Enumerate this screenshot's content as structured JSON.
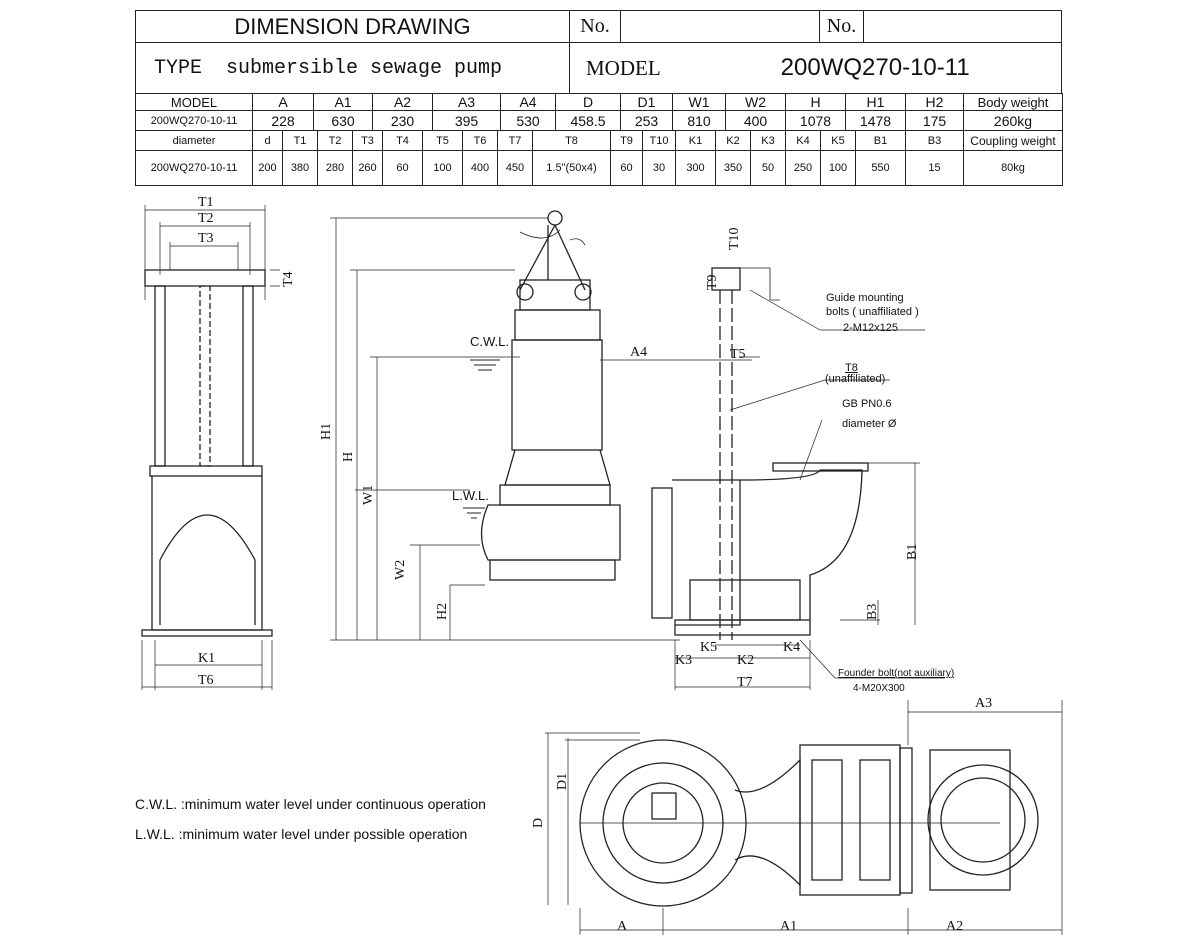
{
  "title": "DIMENSION DRAWING",
  "no_label_1": "No.",
  "no_label_2": "No.",
  "type_label": "TYPE",
  "type_value": "submersible sewage pump",
  "model_label": "MODEL",
  "model_value": "200WQ270-10-11",
  "table1": {
    "headers": [
      "MODEL",
      "A",
      "A1",
      "A2",
      "A3",
      "A4",
      "D",
      "D1",
      "W1",
      "W2",
      "H",
      "H1",
      "H2",
      "Body weight"
    ],
    "values": [
      "200WQ270-10-11",
      "228",
      "630",
      "230",
      "395",
      "530",
      "458.5",
      "253",
      "810",
      "400",
      "1078",
      "1478",
      "175",
      "260kg"
    ]
  },
  "table2": {
    "headers": [
      "diameter",
      "d",
      "T1",
      "T2",
      "T3",
      "T4",
      "T5",
      "T6",
      "T7",
      "T8",
      "T9",
      "T10",
      "K1",
      "K2",
      "K3",
      "K4",
      "K5",
      "B1",
      "B3",
      "Coupling weight"
    ],
    "values": [
      "200WQ270-10-11",
      "200",
      "380",
      "280",
      "260",
      "60",
      "100",
      "400",
      "450",
      "1.5\"(50x4)",
      "60",
      "30",
      "300",
      "350",
      "50",
      "250",
      "100",
      "550",
      "15",
      "80kg"
    ]
  },
  "dims": {
    "T1": "T1",
    "T2": "T2",
    "T3": "T3",
    "T4": "T4",
    "K1": "K1",
    "T6": "T6",
    "H1": "H1",
    "H": "H",
    "W1": "W1",
    "W2": "W2",
    "H2": "H2",
    "A4": "A4",
    "T5": "T5",
    "T9": "T9",
    "T10": "T10",
    "B1": "B1",
    "B3": "B3",
    "K3": "K3",
    "K5": "K5",
    "K2": "K2",
    "K4": "K4",
    "T7": "T7",
    "A3": "A3",
    "D1": "D1",
    "D": "D",
    "A": "A",
    "A1": "A1",
    "A2": "A2"
  },
  "levels": {
    "cwl": "C.W.L.",
    "lwl": "L.W.L."
  },
  "callouts": {
    "guide_1": "Guide mounting",
    "guide_2": "bolts ( unaffiliated )",
    "guide_3": "2-M12x125",
    "t8_1": "T8",
    "t8_2": "(unaffiliated)",
    "gb_1": "GB PN0.6",
    "gb_2": "diameter Ø",
    "founder_1": "Founder bolt(not auxiliary)",
    "founder_2": "4-M20X300"
  },
  "notes": {
    "cwl": "C.W.L. :minimum water level under continuous operation",
    "lwl": "L.W.L. :minimum water level under possible operation"
  }
}
